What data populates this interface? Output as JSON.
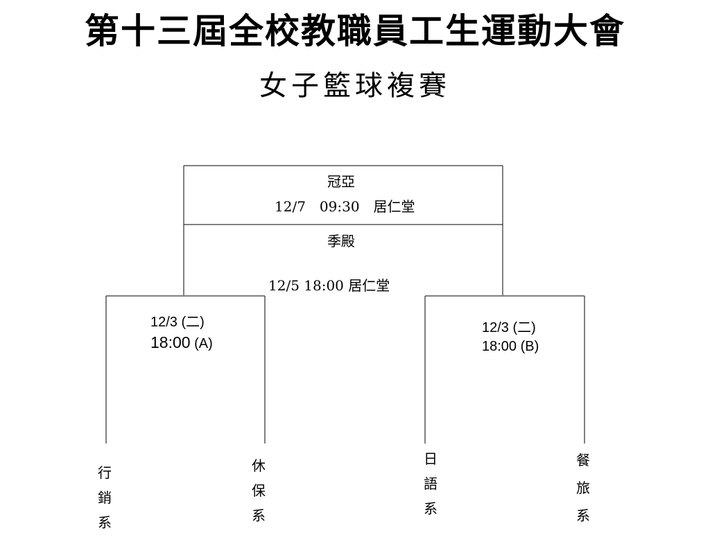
{
  "header": {
    "title": "第十三屆全校教職員工生運動大會",
    "subtitle": "女子籃球複賽"
  },
  "bracket": {
    "final": {
      "label": "冠亞",
      "time": "12/7　09:30　居仁堂"
    },
    "third": {
      "label": "季殿",
      "time": "12/5 18:00 居仁堂"
    },
    "semi_a": {
      "date": "12/3 (二)",
      "time_main": "18:00",
      "time_tag": " (A)"
    },
    "semi_b": {
      "date": "12/3 (二)",
      "time": "18:00 (B)"
    },
    "teams": [
      "行銷系",
      "休保系",
      "日語系",
      "餐旅系"
    ]
  }
}
